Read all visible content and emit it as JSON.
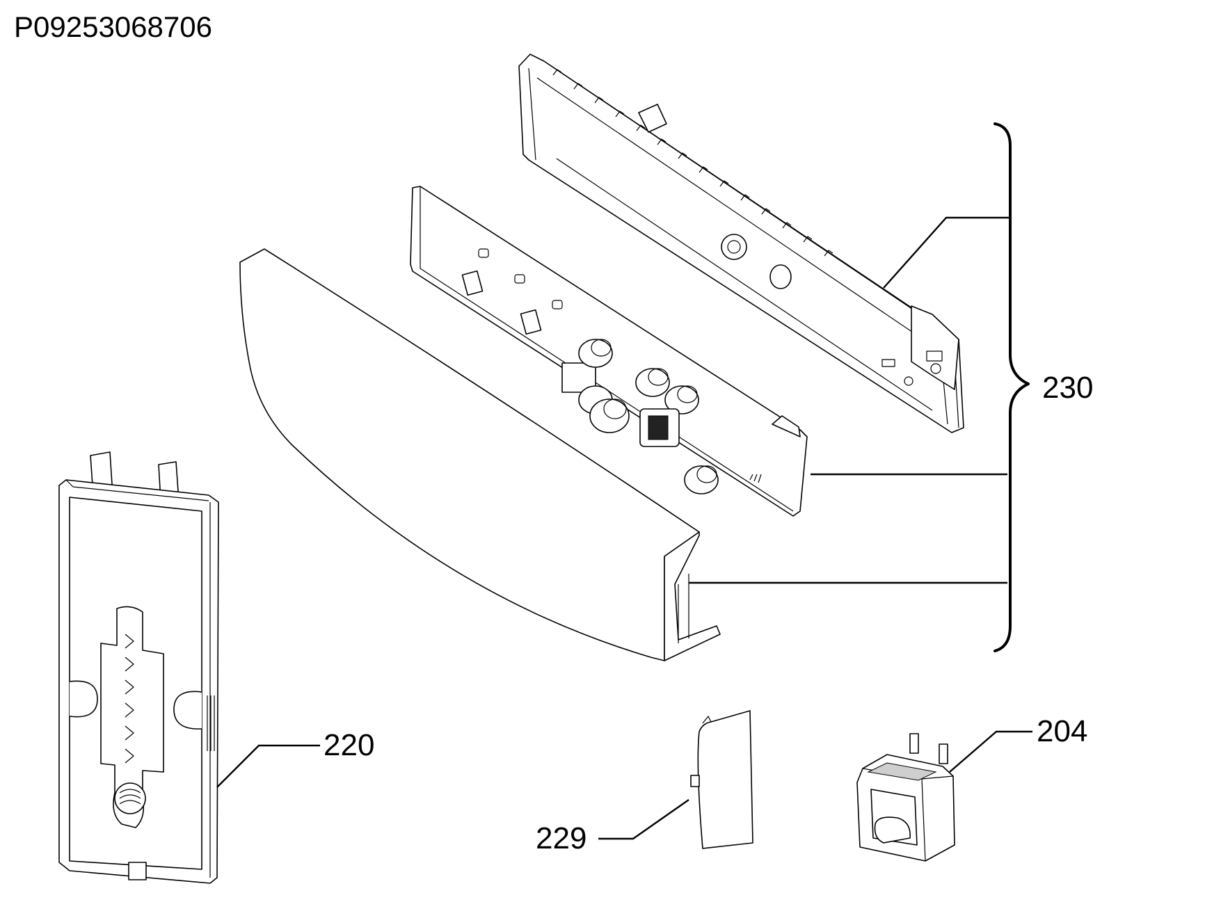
{
  "diagram": {
    "code": "P09253068706",
    "parts": [
      {
        "id": "230",
        "label": "230"
      },
      {
        "id": "220",
        "label": "220"
      },
      {
        "id": "204",
        "label": "204"
      },
      {
        "id": "229",
        "label": "229"
      }
    ]
  }
}
